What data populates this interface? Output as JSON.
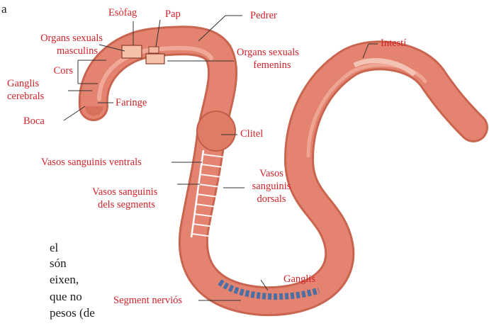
{
  "labels": {
    "esofag": "Esòfag",
    "pap": "Pap",
    "pedrer": "Pedrer",
    "organs_masc_1": "Organs sexuals",
    "organs_masc_2": "masculins",
    "cors": "Cors",
    "ganglis_cerebrals_1": "Ganglis",
    "ganglis_cerebrals_2": "cerebrals",
    "boca": "Boca",
    "faringe": "Faringe",
    "organs_fem_1": "Organs sexuals",
    "organs_fem_2": "femenins",
    "intesti": "Intestí",
    "clitel": "Clitel",
    "vasos_ventrals": "Vasos sanguinis ventrals",
    "vasos_segments_1": "Vasos sanguinis",
    "vasos_segments_2": "dels segments",
    "vasos_dorsals_1": "Vasos",
    "vasos_dorsals_2": "sanguinis",
    "vasos_dorsals_3": "dorsals",
    "ganglis": "Ganglis",
    "segment_nervios": "Segment nerviós"
  },
  "body_text": {
    "t1": "a",
    "t2": "el",
    "t3": "són",
    "t4": "eixen,",
    "t5": "que  no",
    "t6": "pesos (de"
  },
  "colors": {
    "label": "#d2232a",
    "worm": "#e48470",
    "worm_edge": "#c9644f",
    "worm_highlight": "#f2b3a2",
    "nerve": "#4a6fa5",
    "leader": "#333333"
  }
}
